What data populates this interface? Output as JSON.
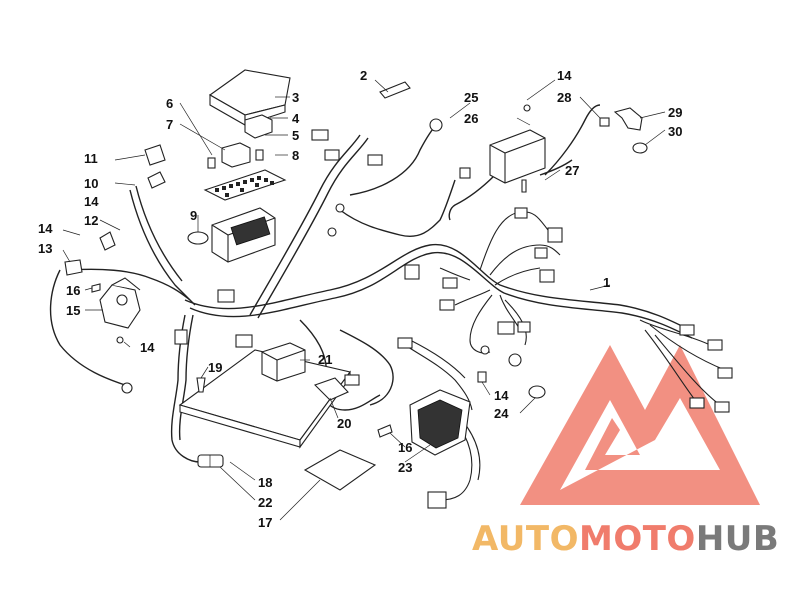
{
  "diagram": {
    "callouts": [
      {
        "id": "c1",
        "text": "1"
      },
      {
        "id": "c2",
        "text": "2"
      },
      {
        "id": "c3",
        "text": "3"
      },
      {
        "id": "c4",
        "text": "4"
      },
      {
        "id": "c5",
        "text": "5"
      },
      {
        "id": "c6",
        "text": "6"
      },
      {
        "id": "c7",
        "text": "7"
      },
      {
        "id": "c8",
        "text": "8"
      },
      {
        "id": "c9",
        "text": "9"
      },
      {
        "id": "c10",
        "text": "10"
      },
      {
        "id": "c11",
        "text": "11"
      },
      {
        "id": "c12",
        "text": "12"
      },
      {
        "id": "c13",
        "text": "13"
      },
      {
        "id": "c14a",
        "text": "14"
      },
      {
        "id": "c14b",
        "text": "14"
      },
      {
        "id": "c14c",
        "text": "14"
      },
      {
        "id": "c14d",
        "text": "14"
      },
      {
        "id": "c14e",
        "text": "14"
      },
      {
        "id": "c15",
        "text": "15"
      },
      {
        "id": "c16a",
        "text": "16"
      },
      {
        "id": "c16b",
        "text": "16"
      },
      {
        "id": "c17",
        "text": "17"
      },
      {
        "id": "c18",
        "text": "18"
      },
      {
        "id": "c19",
        "text": "19"
      },
      {
        "id": "c20",
        "text": "20"
      },
      {
        "id": "c21",
        "text": "21"
      },
      {
        "id": "c22",
        "text": "22"
      },
      {
        "id": "c23",
        "text": "23"
      },
      {
        "id": "c24",
        "text": "24"
      },
      {
        "id": "c25",
        "text": "25"
      },
      {
        "id": "c26",
        "text": "26"
      },
      {
        "id": "c27",
        "text": "27"
      },
      {
        "id": "c28",
        "text": "28"
      },
      {
        "id": "c29",
        "text": "29"
      },
      {
        "id": "c30",
        "text": "30"
      }
    ]
  },
  "watermark": {
    "part1": "AUTO",
    "part2": "MOTO",
    "part3": "HUB",
    "color_auto": "#f2b866",
    "color_moto": "#f07c6c",
    "color_hub": "#7a7a7a",
    "logo_color": "#f07c6c"
  }
}
